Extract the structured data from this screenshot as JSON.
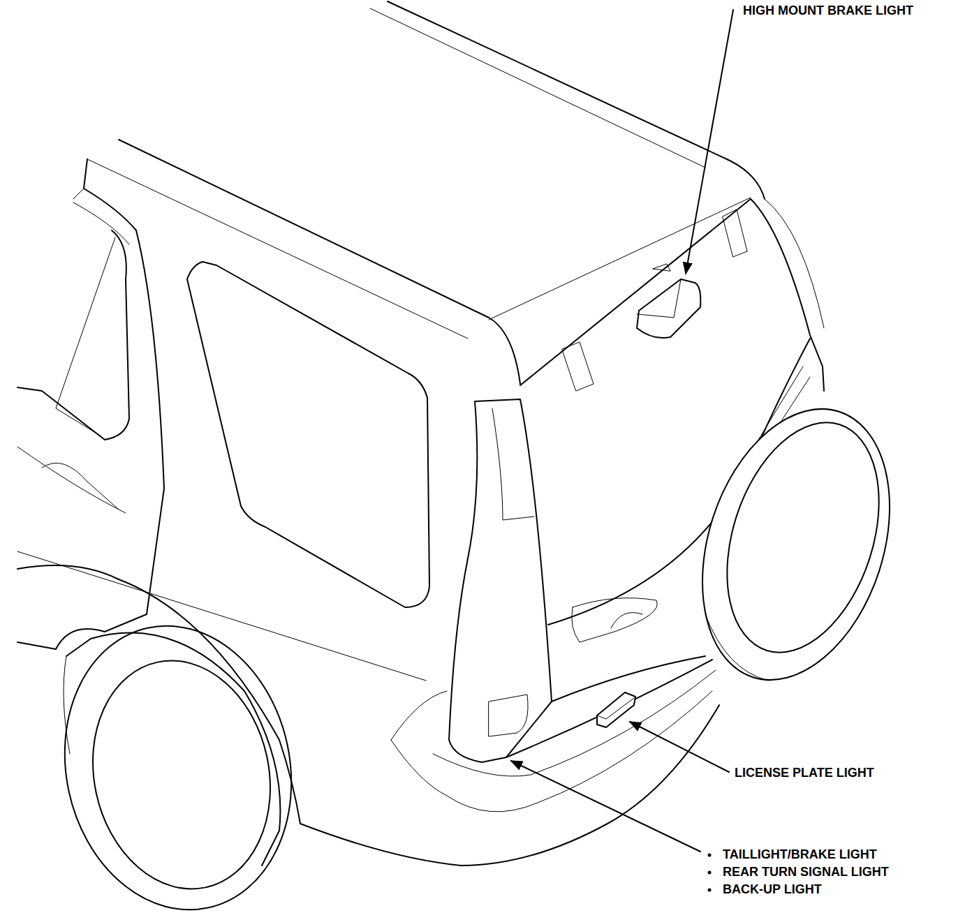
{
  "diagram": {
    "labels": [
      "HIGH MOUNT BRAKE LIGHT",
      "LICENSE PLATE LIGHT",
      "TAILLIGHT/BRAKE LIGHT",
      "REAR TURN SIGNAL LIGHT",
      "BACK-UP LIGHT"
    ]
  }
}
